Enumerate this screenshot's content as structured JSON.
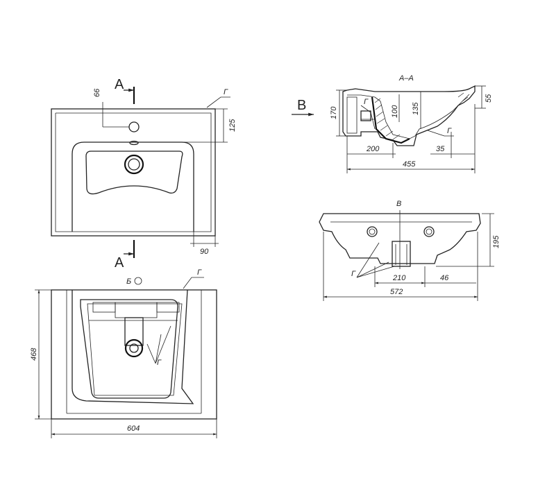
{
  "top_view": {
    "section_mark_top": "A",
    "section_mark_bottom": "A",
    "dim_66": "66",
    "dim_125": "125",
    "dim_90": "90",
    "callout_g": "Г"
  },
  "section_view": {
    "title": "А–А",
    "arrow_label": "В",
    "dim_170": "170",
    "dim_100": "100",
    "dim_135": "135",
    "dim_55": "55",
    "dim_200": "200",
    "dim_35": "35",
    "dim_455": "455",
    "callout_g": "Г"
  },
  "side_view": {
    "title": "В",
    "dim_195": "195",
    "dim_210": "210",
    "dim_46": "46",
    "dim_572": "572",
    "callout_g": "Г"
  },
  "bottom_view": {
    "label_b": "Б",
    "callout_g_top": "Г",
    "callout_g_inner": "Г",
    "dim_468": "468",
    "dim_604": "604"
  }
}
